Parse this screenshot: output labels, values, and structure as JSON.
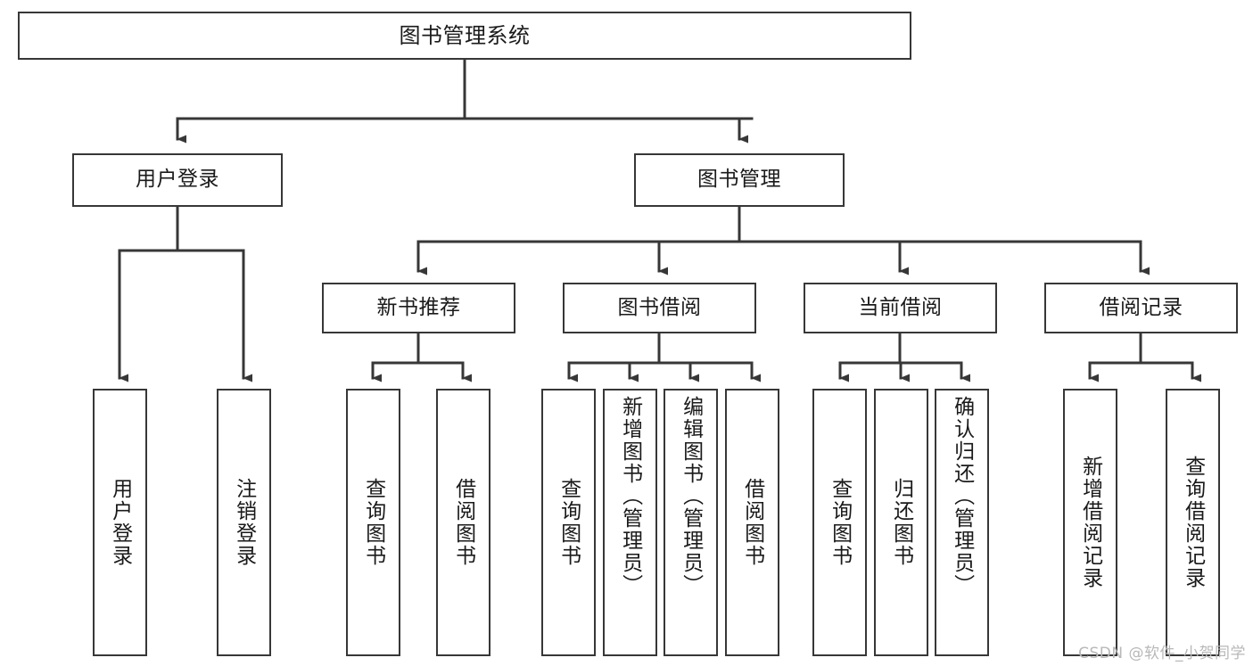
{
  "diagram": {
    "title": "图书管理系统",
    "type": "tree",
    "watermark": "CSDN @软件_小贺同学",
    "colors": {
      "node_border": "#373737",
      "node_fill": "#ffffff",
      "edge": "#373737",
      "text": "#1a1a1a",
      "watermark": "#b8b8b8",
      "background": "#ffffff"
    },
    "levels": {
      "root": "图书管理系统",
      "level2": [
        "用户登录",
        "图书管理"
      ],
      "level3": [
        "新书推荐",
        "图书借阅",
        "当前借阅",
        "借阅记录"
      ]
    },
    "nodes": {
      "root": {
        "label": "图书管理系统"
      },
      "user_login": {
        "label": "用户登录"
      },
      "book_manage": {
        "label": "图书管理"
      },
      "new_book_rec": {
        "label": "新书推荐"
      },
      "book_borrow": {
        "label": "图书借阅"
      },
      "current_borrow": {
        "label": "当前借阅"
      },
      "borrow_record": {
        "label": "借阅记录"
      },
      "leaf_user_login": {
        "label": "用户登录"
      },
      "leaf_logout": {
        "label": "注销登录"
      },
      "leaf_query_book_1": {
        "label": "查询图书"
      },
      "leaf_borrow_book_1": {
        "label": "借阅图书"
      },
      "leaf_query_book_2": {
        "label": "查询图书"
      },
      "leaf_add_book": {
        "label": "新增图书（管理员）"
      },
      "leaf_edit_book": {
        "label": "编辑图书（管理员）"
      },
      "leaf_borrow_book_2": {
        "label": "借阅图书"
      },
      "leaf_query_book_3": {
        "label": "查询图书"
      },
      "leaf_return_book": {
        "label": "归还图书"
      },
      "leaf_confirm_return": {
        "label": "确认归还（管理员）"
      },
      "leaf_add_record": {
        "label": "新增借阅记录"
      },
      "leaf_query_record": {
        "label": "查询借阅记录"
      }
    },
    "edges": [
      {
        "from": "root",
        "to": "用户登录"
      },
      {
        "from": "root",
        "to": "图书管理"
      },
      {
        "from": "用户登录",
        "to": "用户登录(叶)"
      },
      {
        "from": "用户登录",
        "to": "注销登录"
      },
      {
        "from": "图书管理",
        "to": "新书推荐"
      },
      {
        "from": "图书管理",
        "to": "图书借阅"
      },
      {
        "from": "图书管理",
        "to": "当前借阅"
      },
      {
        "from": "图书管理",
        "to": "借阅记录"
      },
      {
        "from": "新书推荐",
        "to": "查询图书"
      },
      {
        "from": "新书推荐",
        "to": "借阅图书"
      },
      {
        "from": "图书借阅",
        "to": "查询图书"
      },
      {
        "from": "图书借阅",
        "to": "新增图书（管理员）"
      },
      {
        "from": "图书借阅",
        "to": "编辑图书（管理员）"
      },
      {
        "from": "图书借阅",
        "to": "借阅图书"
      },
      {
        "from": "当前借阅",
        "to": "查询图书"
      },
      {
        "from": "当前借阅",
        "to": "归还图书"
      },
      {
        "from": "当前借阅",
        "to": "确认归还（管理员）"
      },
      {
        "from": "借阅记录",
        "to": "新增借阅记录"
      },
      {
        "from": "借阅记录",
        "to": "查询借阅记录"
      }
    ]
  }
}
